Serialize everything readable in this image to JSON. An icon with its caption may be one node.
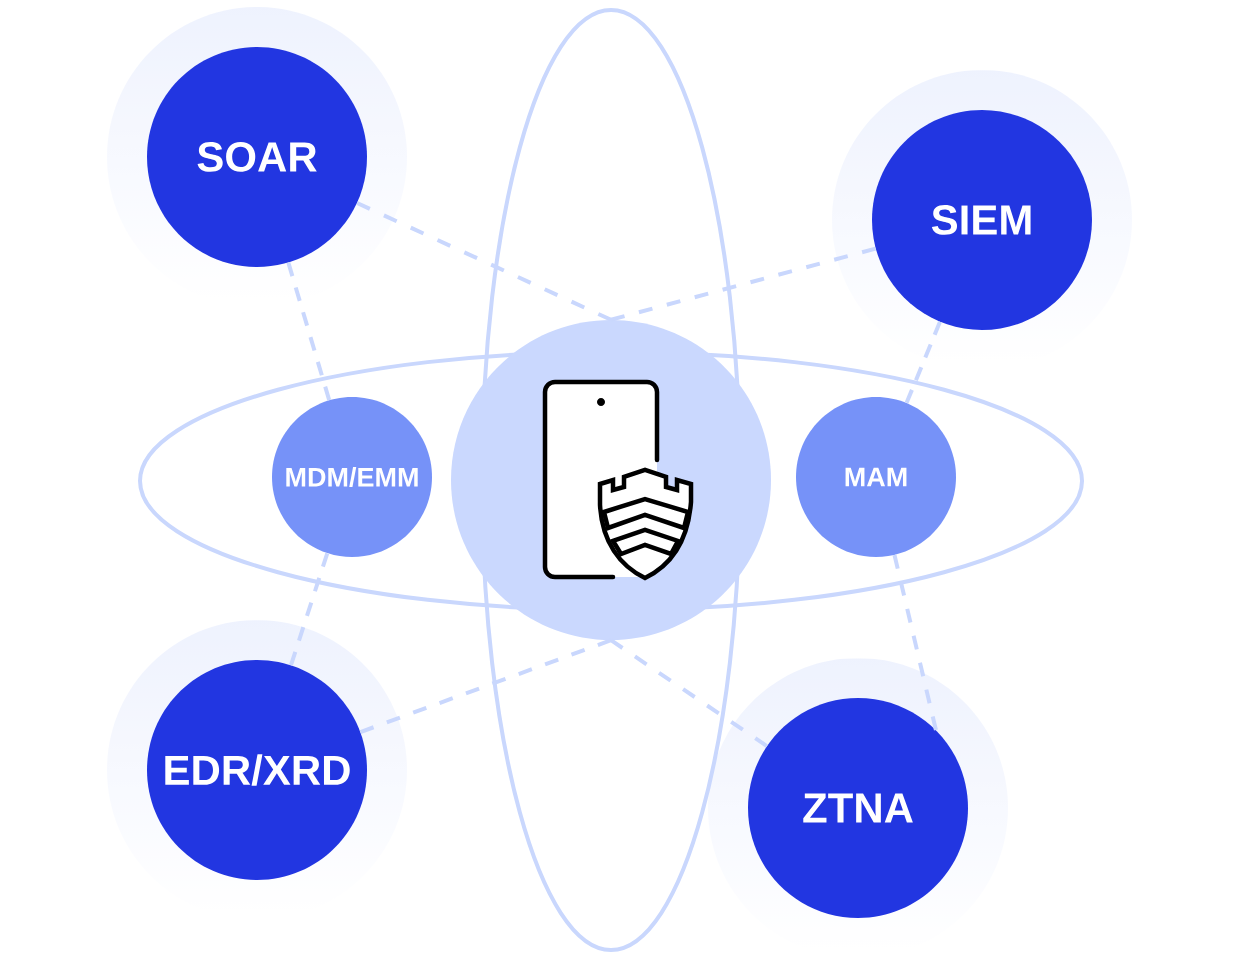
{
  "diagram": {
    "nodes": [
      {
        "text": [
          "SOAR"
        ]
      },
      {
        "text": [
          "SIEM"
        ]
      },
      {
        "text": [
          "MDM/EMM"
        ]
      },
      {
        "text": [],
        "shape": "circle"
      },
      {
        "text": [
          "MAM"
        ]
      },
      {
        "text": [
          "EDR/XRD"
        ]
      },
      {
        "text": [
          "ZTNA"
        ]
      }
    ],
    "edges": [
      {
        "from": 0,
        "to": 3,
        "arrow": "none",
        "style": "dashed"
      },
      {
        "from": 3,
        "to": 1,
        "arrow": "none",
        "style": "dashed"
      },
      {
        "from": 1,
        "to": 4,
        "arrow": "none",
        "style": "dashed"
      },
      {
        "from": 4,
        "to": 6,
        "arrow": "none",
        "style": "dashed"
      },
      {
        "from": 6,
        "to": 3,
        "arrow": "none",
        "style": "dashed"
      },
      {
        "from": 3,
        "to": 5,
        "arrow": "none",
        "style": "dashed"
      },
      {
        "from": 5,
        "to": 2,
        "arrow": "none",
        "style": "dashed"
      },
      {
        "from": 2,
        "to": 0,
        "arrow": "none",
        "style": "dashed"
      }
    ]
  }
}
